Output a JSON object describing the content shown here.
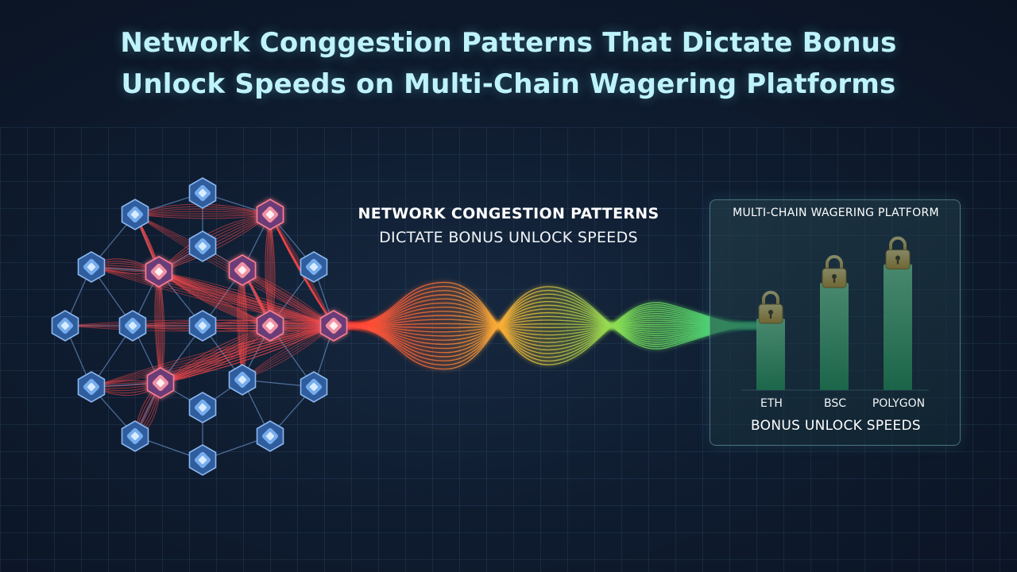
{
  "title": {
    "line1": "Network Conggestion Patterns That Dictate Bonus",
    "line2": "Unlock Speeds on Multi-Chain Wagering Platforms"
  },
  "caption": {
    "line1": "NETWORK CONGESTION PATTERNS",
    "line2": "DICTATE BONUS UNLOCK SPEEDS"
  },
  "panel": {
    "title": "MULTI-CHAIN WAGERING PLATFORM",
    "axis_title": "BONUS UNLOCK SPEEDS"
  },
  "colors": {
    "congestion": "#ff4a4a",
    "transition": "#f4a33a",
    "clear": "#3ddc84",
    "node": "#3a78c8",
    "lock": "#f2c94c",
    "title": "#bff3fb"
  },
  "icons": [
    "network-node-icon",
    "lock-icon"
  ],
  "chart_data": {
    "type": "bar",
    "title": "MULTI-CHAIN WAGERING PLATFORM",
    "xlabel": "BONUS UNLOCK SPEEDS",
    "ylabel": "",
    "categories": [
      "ETH",
      "BSC",
      "POLYGON"
    ],
    "values": [
      0.5,
      0.75,
      0.88
    ],
    "ylim": [
      0,
      1
    ],
    "grid": false,
    "legend": "none"
  }
}
